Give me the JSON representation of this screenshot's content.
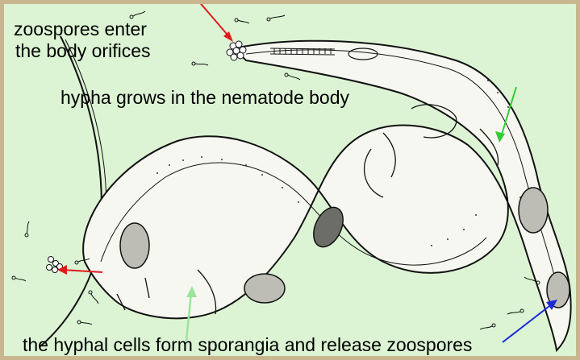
{
  "labels": {
    "zoospores_enter_line1": "zoospores enter",
    "zoospores_enter_line2": "the body orifices",
    "hypha_grows": "hypha grows in the nematode body",
    "sporangia_release": "the hyphal cells form sporangia and release zoospores"
  },
  "colors": {
    "background": "#dcf4d4",
    "frame": "#c9b68f",
    "outline": "#111111",
    "body_fill": "#f7f7f2",
    "arrow_red": "#e11a1a",
    "arrow_green": "#33cc33",
    "arrow_light_green": "#9be39b",
    "arrow_blue": "#1a2bd6"
  }
}
